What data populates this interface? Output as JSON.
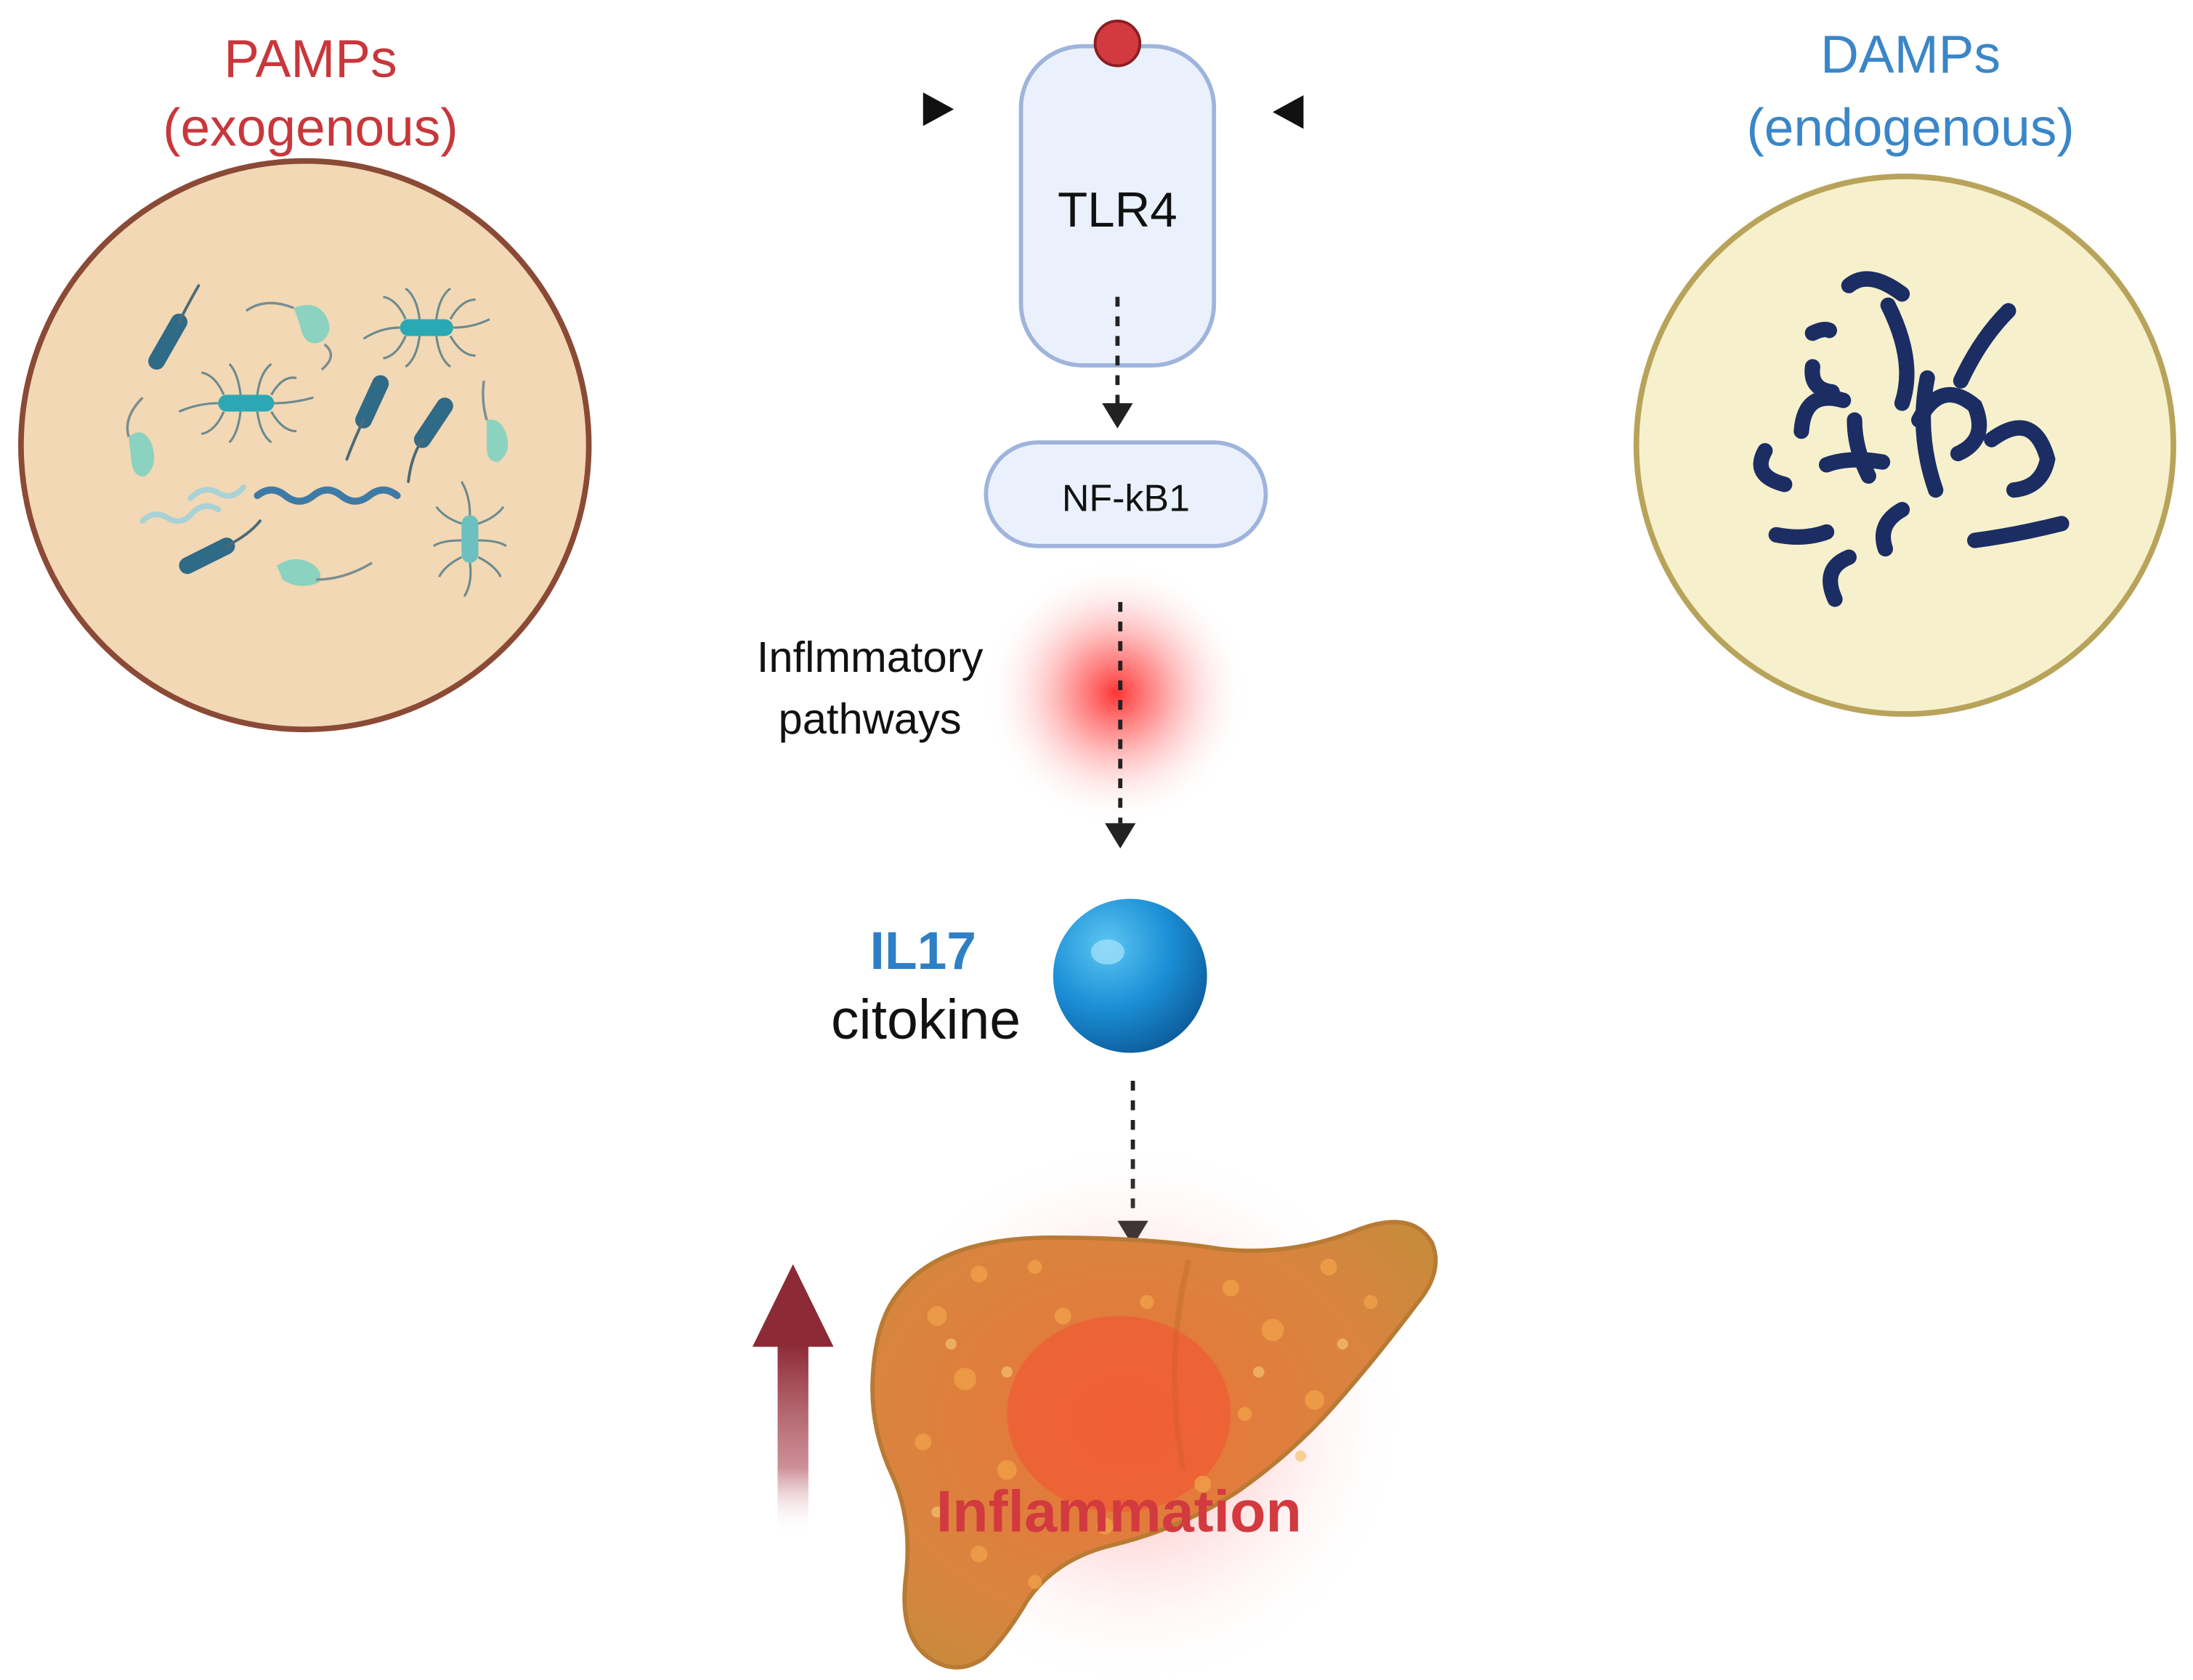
{
  "pamps": {
    "title": "PAMPs",
    "subtitle": "(exogenous)",
    "color": "#c8373b"
  },
  "damps": {
    "title": "DAMPs",
    "subtitle": "(endogenous)",
    "color": "#3a86c8"
  },
  "receptor": {
    "label": "TLR4"
  },
  "nfkb": {
    "label": "NF-kB1"
  },
  "pathways": {
    "line1": "Inflmmatory",
    "line2": "pathways"
  },
  "cytokine": {
    "name": "IL17",
    "type": "citokine",
    "name_color": "#2f7fc6"
  },
  "outcome": {
    "label": "Inflammation",
    "color": "#d23a3f"
  },
  "icons": {
    "bacteria_panel": "bacteria-icon",
    "dna_panel": "dna-fragments-icon",
    "liver": "liver-icon",
    "increase_arrow": "increase-arrow-icon"
  }
}
